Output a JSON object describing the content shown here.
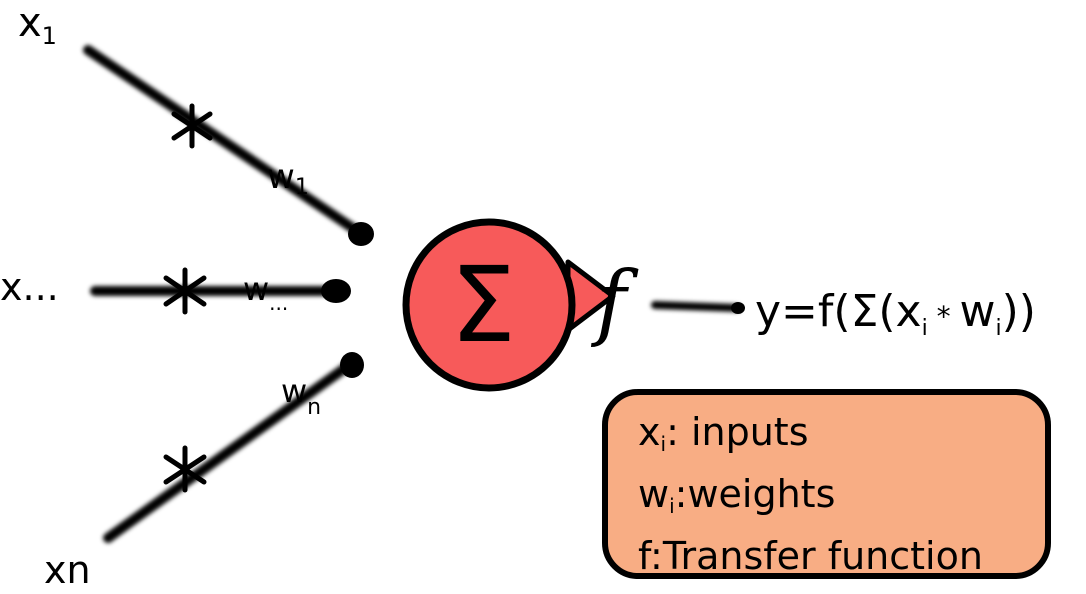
{
  "inputs": [
    {
      "label": "x",
      "sub": "1"
    },
    {
      "label": "x...",
      "sub": ""
    },
    {
      "label": "xn",
      "sub": ""
    }
  ],
  "weights": [
    {
      "label": "w",
      "sub": "1"
    },
    {
      "label": "w",
      "sub": "..."
    },
    {
      "label": "w",
      "sub": "n"
    }
  ],
  "multiply_symbol": "*",
  "summation_symbol": "Σ",
  "transfer_symbol": "f",
  "output": {
    "prefix": "y=f(Σ(x",
    "sub_i1": "i",
    "op": " * ",
    "w": "w",
    "sub_i2": "i",
    "suffix": "))"
  },
  "legend": [
    {
      "symbol": "x",
      "sub": "i",
      "text": ": inputs"
    },
    {
      "symbol": "w",
      "sub": "i",
      "text": ":weights"
    },
    {
      "symbol": "f",
      "sub": "",
      "text": ":Transfer function"
    }
  ],
  "colors": {
    "neuron_fill": "#f75a5a",
    "arrow_fill": "#f75a5a",
    "legend_fill": "#f8ad84",
    "stroke": "#000000"
  }
}
